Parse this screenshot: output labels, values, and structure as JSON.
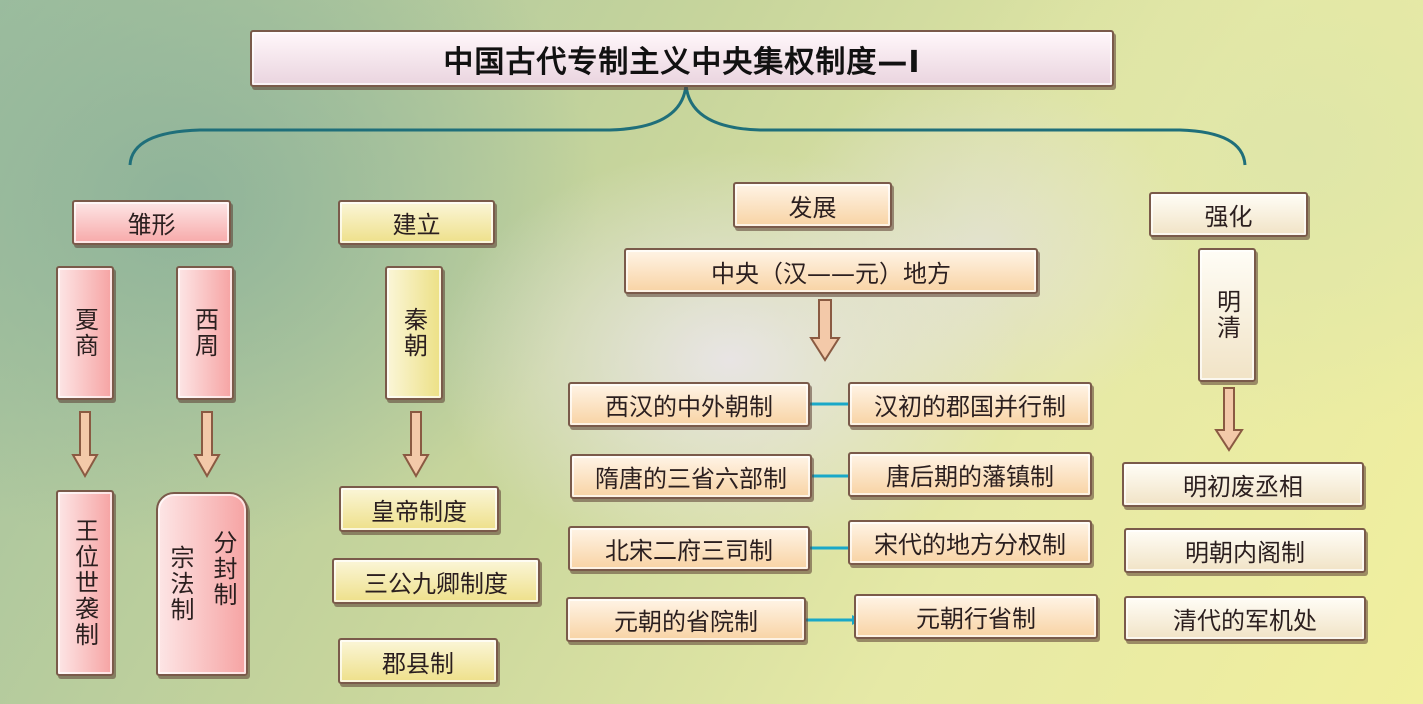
{
  "title": "中国古代专制主义中央集权制度—I",
  "stages": {
    "embryo": {
      "label": "雏形",
      "periods": [
        "夏商",
        "西周"
      ],
      "systems": [
        "王位世袭制",
        "宗法制",
        "分封制"
      ]
    },
    "establish": {
      "label": "建立",
      "period": "秦朝",
      "systems": [
        "皇帝制度",
        "三公九卿制度",
        "郡县制"
      ]
    },
    "develop": {
      "label": "发展",
      "range": "中央（汉——元）地方",
      "central": [
        "西汉的中外朝制",
        "隋唐的三省六部制",
        "北宋二府三司制",
        "元朝的省院制"
      ],
      "local": [
        "汉初的郡国并行制",
        "唐后期的藩镇制",
        "宋代的地方分权制",
        "元朝行省制"
      ]
    },
    "strengthen": {
      "label": "强化",
      "period": "明清",
      "systems": [
        "明初废丞相",
        "明朝内阁制",
        "清代的军机处"
      ]
    }
  },
  "colors": {
    "brace": "#1f6f7a",
    "connector": "#19a8c8",
    "arrow_fill": "#f3c9a9",
    "arrow_stroke": "#8a5a42"
  }
}
